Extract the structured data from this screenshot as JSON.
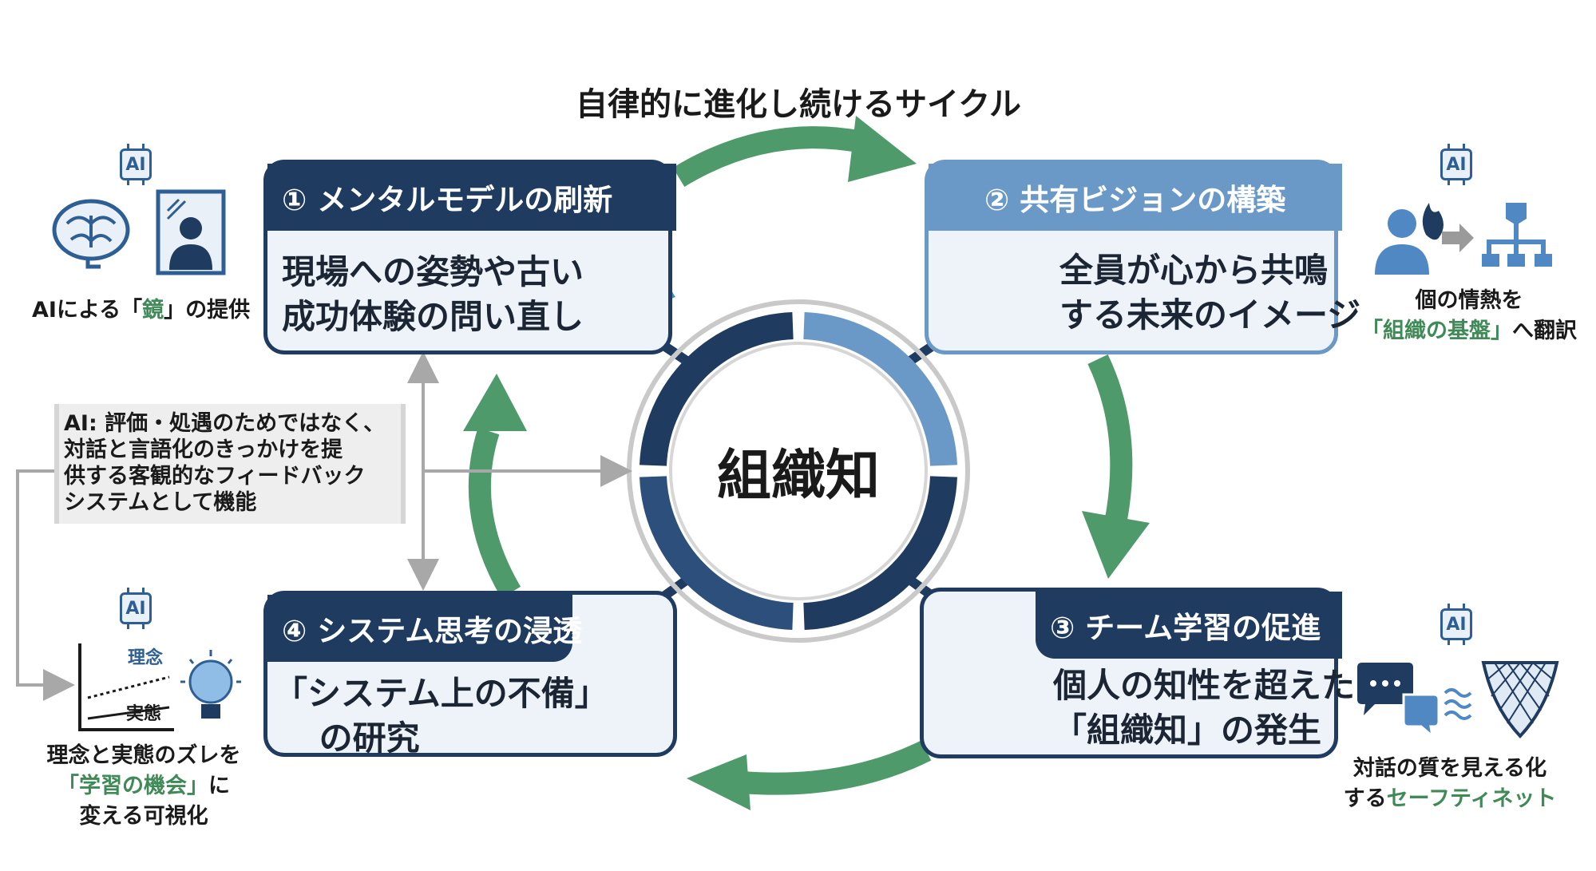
{
  "cycle_title": "自律的に進化し続けるサイクル",
  "center_label": "組織知",
  "steps": [
    {
      "heading": "① メンタルモデルの刷新",
      "body": "現場への姿勢や古い\n成功体験の問い直し"
    },
    {
      "heading": "② 共有ビジョンの構築",
      "body": "全員が心から共鳴\nする未来のイメージ"
    },
    {
      "heading": "③ チーム学習の促進",
      "body": "個人の知性を超えた\n「組織知」の発生"
    },
    {
      "heading": "④ システム思考の浸透",
      "body": "「システム上の不備」\n　 の研究"
    }
  ],
  "ai_badge": "AI",
  "side_notes": {
    "top_left": {
      "pre": "AIによる「",
      "highlight": "鏡",
      "post": "」の提供"
    },
    "top_right": {
      "line1": "個の情熱を",
      "highlight": "「組織の基盤」",
      "post": "へ翻訳"
    },
    "bottom_left": {
      "line1": "理念と実態のズレを",
      "highlight": "「学習の機会」",
      "post": "に",
      "line3": "変える可視化"
    },
    "bottom_right": {
      "line1": "対話の質を見える化",
      "pre": "する",
      "highlight": "セーフティネット"
    }
  },
  "chart_labels": {
    "ideal": "理念",
    "actual": "実態"
  },
  "ai_note": "AI: 評価・処遇のためではなく、\n対話と言語化のきっかけを提\n供する客観的なフィードバック\nシステムとして機能",
  "colors": {
    "navy": "#1f3b60",
    "steel_blue": "#6a99c8",
    "green_arrow": "#4e9a6b",
    "pale_card": "#eef3f9",
    "icon_blue": "#2e5f94"
  },
  "icons": [
    "brain-icon",
    "mirror-icon",
    "question-head-icon",
    "climb-flag-icon",
    "flame-person-icon",
    "hierarchy-icon",
    "chat-bubbles-icon",
    "team-icon",
    "network-icon",
    "lightbulb-icon",
    "gap-chart-icon",
    "safety-net-icon",
    "ai-chip-icon"
  ]
}
